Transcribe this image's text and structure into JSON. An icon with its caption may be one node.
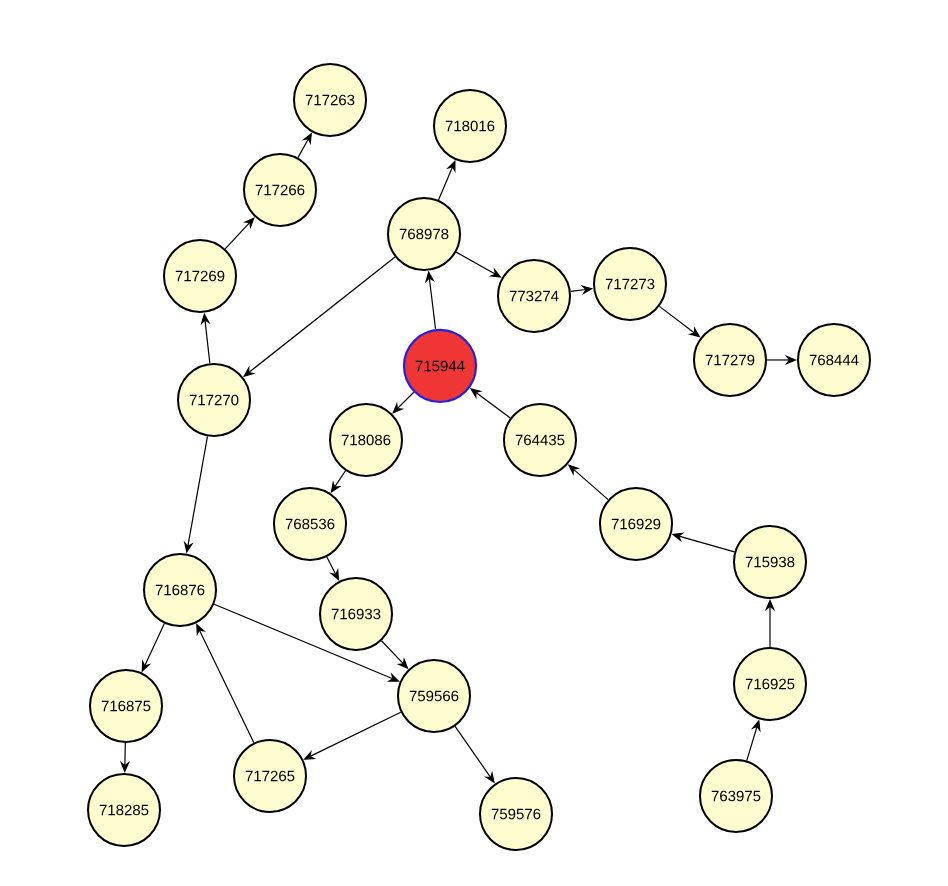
{
  "diagram": {
    "nodes": [
      {
        "text": [
          "715944"
        ]
      },
      {
        "text": [
          "768978"
        ]
      },
      {
        "text": [
          "718016"
        ]
      },
      {
        "text": [
          "773274"
        ]
      },
      {
        "text": [
          "717273"
        ]
      },
      {
        "text": [
          "717279"
        ]
      },
      {
        "text": [
          "768444"
        ]
      },
      {
        "text": [
          "717270"
        ]
      },
      {
        "text": [
          "717269"
        ]
      },
      {
        "text": [
          "717266"
        ]
      },
      {
        "text": [
          "717263"
        ]
      },
      {
        "text": [
          "718086"
        ]
      },
      {
        "text": [
          "768536"
        ]
      },
      {
        "text": [
          "716933"
        ]
      },
      {
        "text": [
          "759566"
        ]
      },
      {
        "text": [
          "716876"
        ]
      },
      {
        "text": [
          "716875"
        ]
      },
      {
        "text": [
          "718285"
        ]
      },
      {
        "text": [
          "717265"
        ]
      },
      {
        "text": [
          "759576"
        ]
      },
      {
        "text": [
          "764435"
        ]
      },
      {
        "text": [
          "716929"
        ]
      },
      {
        "text": [
          "715938"
        ]
      },
      {
        "text": [
          "716925"
        ]
      },
      {
        "text": [
          "763975"
        ]
      }
    ],
    "edges": [
      {
        "from": 0,
        "to": 1,
        "arrow": "to"
      },
      {
        "from": 1,
        "to": 2,
        "arrow": "to"
      },
      {
        "from": 1,
        "to": 3,
        "arrow": "to"
      },
      {
        "from": 1,
        "to": 7,
        "arrow": "to"
      },
      {
        "from": 3,
        "to": 4,
        "arrow": "to"
      },
      {
        "from": 4,
        "to": 5,
        "arrow": "to"
      },
      {
        "from": 5,
        "to": 6,
        "arrow": "to"
      },
      {
        "from": 7,
        "to": 8,
        "arrow": "to"
      },
      {
        "from": 8,
        "to": 9,
        "arrow": "to"
      },
      {
        "from": 9,
        "to": 10,
        "arrow": "to"
      },
      {
        "from": 0,
        "to": 11,
        "arrow": "to"
      },
      {
        "from": 11,
        "to": 12,
        "arrow": "to"
      },
      {
        "from": 12,
        "to": 13,
        "arrow": "to"
      },
      {
        "from": 13,
        "to": 14,
        "arrow": "to"
      },
      {
        "from": 7,
        "to": 15,
        "arrow": "to"
      },
      {
        "from": 15,
        "to": 14,
        "arrow": "to"
      },
      {
        "from": 15,
        "to": 16,
        "arrow": "to"
      },
      {
        "from": 16,
        "to": 17,
        "arrow": "to"
      },
      {
        "from": 14,
        "to": 18,
        "arrow": "to"
      },
      {
        "from": 18,
        "to": 15,
        "arrow": "to"
      },
      {
        "from": 14,
        "to": 19,
        "arrow": "to"
      },
      {
        "from": 20,
        "to": 0,
        "arrow": "to"
      },
      {
        "from": 21,
        "to": 20,
        "arrow": "to"
      },
      {
        "from": 22,
        "to": 21,
        "arrow": "to"
      },
      {
        "from": 23,
        "to": 22,
        "arrow": "to"
      },
      {
        "from": 24,
        "to": 23,
        "arrow": "to"
      }
    ]
  }
}
